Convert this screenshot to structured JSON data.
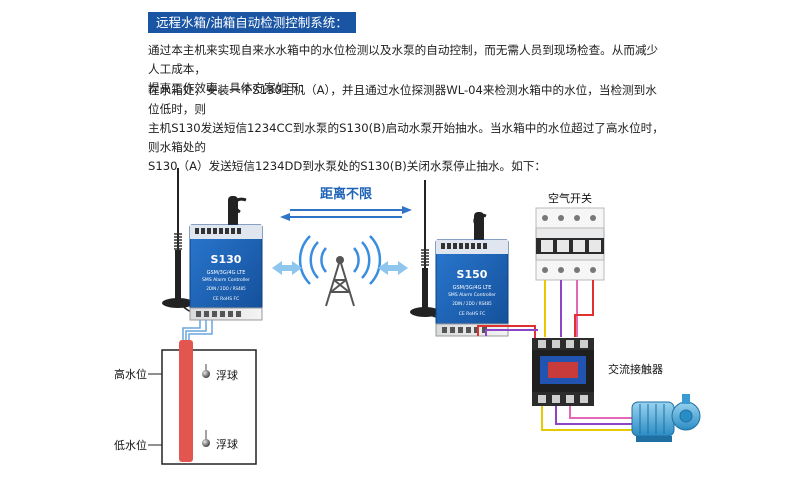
{
  "title": "远程水箱/油箱自动检测控制系统：",
  "paragraph1": [
    "通过本主机来实现自来水水箱中的水位检测以及水泵的自动控制，而无需人员到现场检查。从而减少人工成本，",
    "提高工作效率。具体方案如下："
  ],
  "paragraph2": [
    "在水箱处，安装一个S130主机（A），并且通过水位探测器WL-04来检测水箱中的水位，当检测到水位低时，则",
    "主机S130发送短信1234CC到水泵的S130(B)启动水泵开始抽水。当水箱中的水位超过了高水位时，则水箱处的",
    "S130（A）发送短信1234DD到水泵处的S130(B)关闭水泵停止抽水。如下："
  ],
  "diagram": {
    "distance_label": "距离不限",
    "device_a": {
      "model": "S130",
      "line1": "GSM/3G/4G LTE",
      "line2": "SMS Alarm Controller",
      "line3": "2DIN / 2DO / RS485",
      "cert": "CE RoHS FC"
    },
    "device_b": {
      "model": "S150",
      "line1": "GSM/3G/4G LTE",
      "line2": "SMS Alarm Controller",
      "line3": "2DIN / 2DO / RS485",
      "cert": "CE RoHS FC"
    },
    "air_switch_label": "空气开关",
    "contactor_label": "交流接触器",
    "high_level_label": "高水位",
    "low_level_label": "低水位",
    "float_label_top": "浮球",
    "float_label_bottom": "浮球"
  },
  "colors": {
    "title_bg": "#1a55a3",
    "device_blue": "#1e63b8",
    "arrow_blue": "#2f74c9",
    "probe_red": "#e2564f",
    "wire_purple": "#8e44c9",
    "wire_yellow": "#e8c800",
    "wire_pink": "#e667b8",
    "wire_red": "#e03030"
  }
}
